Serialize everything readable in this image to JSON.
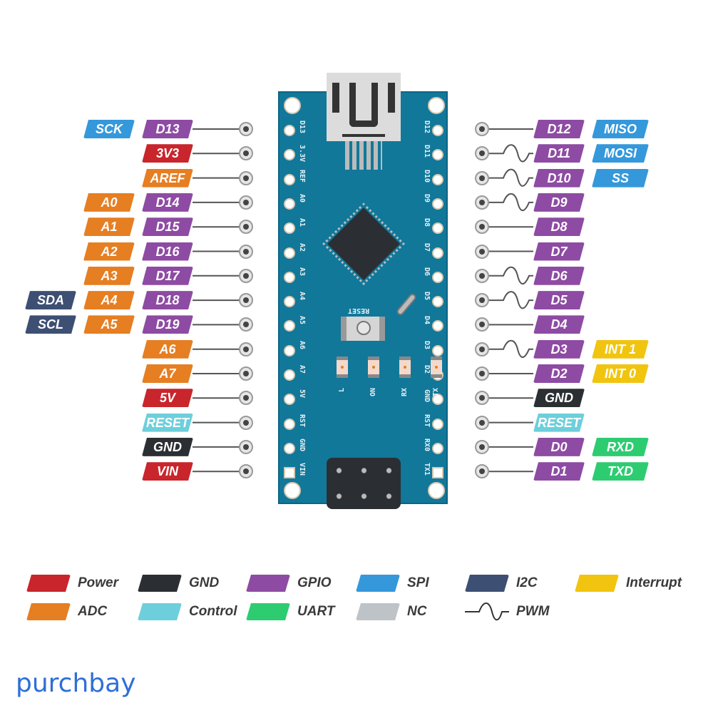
{
  "colors": {
    "power": "#c9252c",
    "gnd": "#2b2f33",
    "gpio": "#8e4ba3",
    "spi": "#3498db",
    "i2c": "#3d4f73",
    "interrupt": "#f1c40f",
    "adc": "#e67e22",
    "control": "#6dcfdb",
    "uart": "#2ecc71",
    "nc": "#bdc3c7",
    "board": "#11789a"
  },
  "left_rows": [
    [
      {
        "t": "D13",
        "c": "gpio"
      },
      {
        "t": "SCK",
        "c": "spi"
      }
    ],
    [
      {
        "t": "3V3",
        "c": "power"
      }
    ],
    [
      {
        "t": "AREF",
        "c": "adc"
      }
    ],
    [
      {
        "t": "D14",
        "c": "gpio"
      },
      {
        "t": "A0",
        "c": "adc"
      }
    ],
    [
      {
        "t": "D15",
        "c": "gpio"
      },
      {
        "t": "A1",
        "c": "adc"
      }
    ],
    [
      {
        "t": "D16",
        "c": "gpio"
      },
      {
        "t": "A2",
        "c": "adc"
      }
    ],
    [
      {
        "t": "D17",
        "c": "gpio"
      },
      {
        "t": "A3",
        "c": "adc"
      }
    ],
    [
      {
        "t": "D18",
        "c": "gpio"
      },
      {
        "t": "A4",
        "c": "adc"
      },
      {
        "t": "SDA",
        "c": "i2c"
      }
    ],
    [
      {
        "t": "D19",
        "c": "gpio"
      },
      {
        "t": "A5",
        "c": "adc"
      },
      {
        "t": "SCL",
        "c": "i2c"
      }
    ],
    [
      {
        "t": "A6",
        "c": "adc"
      }
    ],
    [
      {
        "t": "A7",
        "c": "adc"
      }
    ],
    [
      {
        "t": "5V",
        "c": "power"
      }
    ],
    [
      {
        "t": "RESET",
        "c": "control"
      }
    ],
    [
      {
        "t": "GND",
        "c": "gnd"
      }
    ],
    [
      {
        "t": "VIN",
        "c": "power"
      }
    ]
  ],
  "right_rows": [
    {
      "pwm": false,
      "labels": [
        {
          "t": "D12",
          "c": "gpio"
        },
        {
          "t": "MISO",
          "c": "spi"
        }
      ]
    },
    {
      "pwm": true,
      "labels": [
        {
          "t": "D11",
          "c": "gpio"
        },
        {
          "t": "MOSI",
          "c": "spi"
        }
      ]
    },
    {
      "pwm": true,
      "labels": [
        {
          "t": "D10",
          "c": "gpio"
        },
        {
          "t": "SS",
          "c": "spi"
        }
      ]
    },
    {
      "pwm": true,
      "labels": [
        {
          "t": "D9",
          "c": "gpio"
        }
      ]
    },
    {
      "pwm": false,
      "labels": [
        {
          "t": "D8",
          "c": "gpio"
        }
      ]
    },
    {
      "pwm": false,
      "labels": [
        {
          "t": "D7",
          "c": "gpio"
        }
      ]
    },
    {
      "pwm": true,
      "labels": [
        {
          "t": "D6",
          "c": "gpio"
        }
      ]
    },
    {
      "pwm": true,
      "labels": [
        {
          "t": "D5",
          "c": "gpio"
        }
      ]
    },
    {
      "pwm": false,
      "labels": [
        {
          "t": "D4",
          "c": "gpio"
        }
      ]
    },
    {
      "pwm": true,
      "labels": [
        {
          "t": "D3",
          "c": "gpio"
        },
        {
          "t": "INT 1",
          "c": "interrupt"
        }
      ]
    },
    {
      "pwm": false,
      "labels": [
        {
          "t": "D2",
          "c": "gpio"
        },
        {
          "t": "INT 0",
          "c": "interrupt"
        }
      ]
    },
    {
      "pwm": false,
      "labels": [
        {
          "t": "GND",
          "c": "gnd"
        }
      ]
    },
    {
      "pwm": false,
      "labels": [
        {
          "t": "RESET",
          "c": "control"
        }
      ]
    },
    {
      "pwm": false,
      "labels": [
        {
          "t": "D0",
          "c": "gpio"
        },
        {
          "t": "RXD",
          "c": "uart"
        }
      ]
    },
    {
      "pwm": false,
      "labels": [
        {
          "t": "D1",
          "c": "gpio"
        },
        {
          "t": "TXD",
          "c": "uart"
        }
      ]
    }
  ],
  "board": {
    "left_pins": [
      "D13",
      "3.3V",
      "REF",
      "A0",
      "A1",
      "A2",
      "A3",
      "A4",
      "A5",
      "A6",
      "A7",
      "5V",
      "RST",
      "GND",
      "VIN"
    ],
    "right_pins": [
      "D12",
      "D11",
      "D10",
      "D9",
      "D8",
      "D7",
      "D6",
      "D5",
      "D4",
      "D3",
      "D2",
      "GND",
      "RST",
      "RX0",
      "TX1"
    ],
    "reset_label": "RESET",
    "leds": [
      "L",
      "ON",
      "RX",
      "TX"
    ]
  },
  "legend": [
    {
      "t": "Power",
      "c": "power"
    },
    {
      "t": "ADC",
      "c": "adc"
    },
    {
      "t": "GND",
      "c": "gnd"
    },
    {
      "t": "Control",
      "c": "control"
    },
    {
      "t": "GPIO",
      "c": "gpio"
    },
    {
      "t": "UART",
      "c": "uart"
    },
    {
      "t": "SPI",
      "c": "spi"
    },
    {
      "t": "NC",
      "c": "nc"
    },
    {
      "t": "I2C",
      "c": "i2c"
    },
    {
      "t": "PWM",
      "c": "pwm"
    },
    {
      "t": "Interrupt",
      "c": "interrupt"
    }
  ],
  "brand": "purchbay"
}
